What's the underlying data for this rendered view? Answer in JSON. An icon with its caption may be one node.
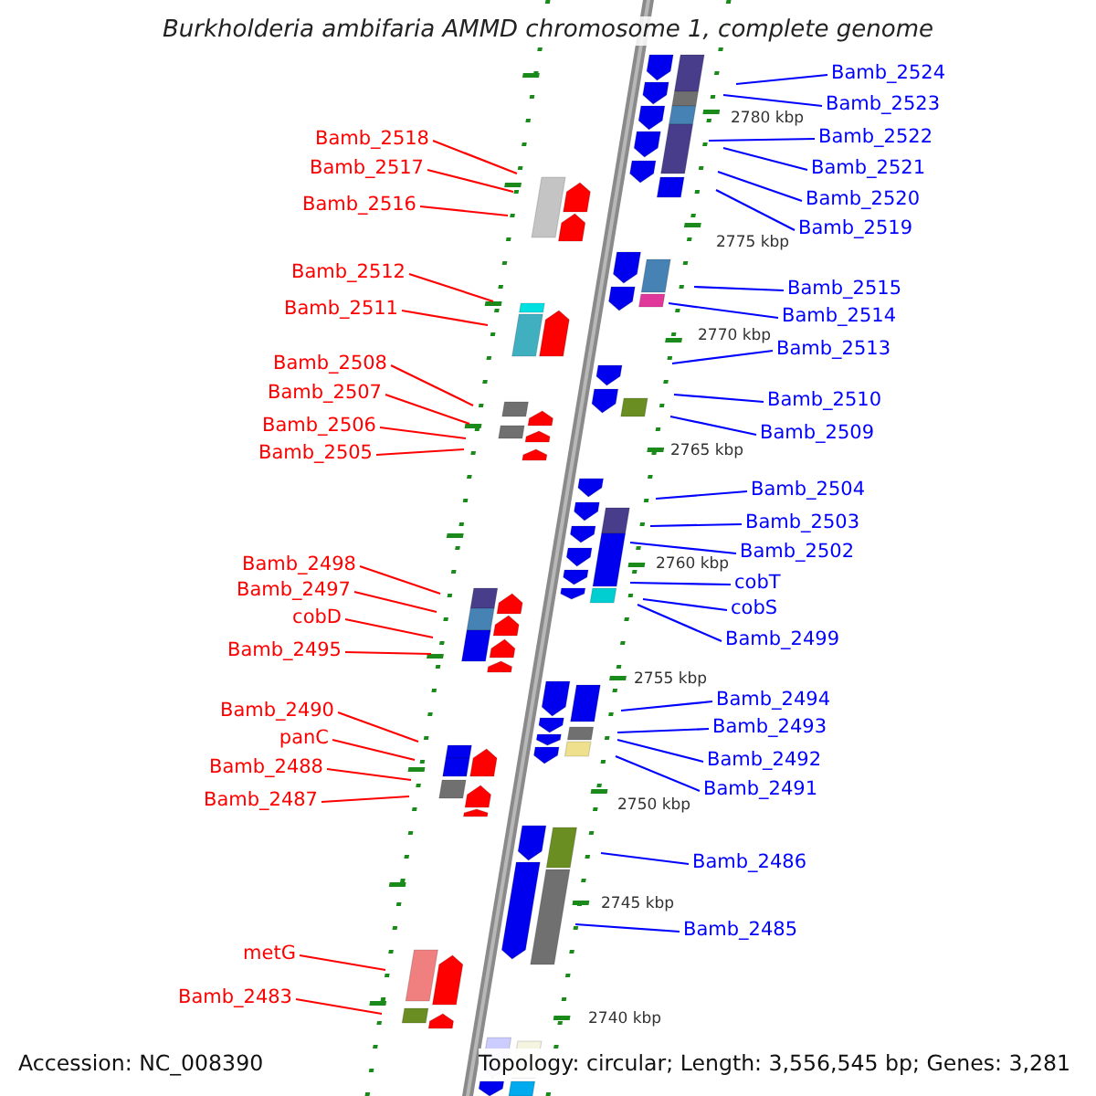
{
  "diagram": {
    "title": "Burkholderia ambifaria AMMD chromosome 1, complete genome",
    "nodes": [
      {
        "text": [
          "Bamb_2524"
        ]
      },
      {
        "text": [
          "Bamb_2523"
        ]
      },
      {
        "text": [
          "Bamb_2522"
        ]
      },
      {
        "text": [
          "Bamb_2518"
        ]
      },
      {
        "text": [
          "Bamb_2521"
        ]
      },
      {
        "text": [
          "Bamb_2517"
        ]
      },
      {
        "text": [
          "Bamb_2520"
        ]
      },
      {
        "text": [
          "Bamb_2516"
        ]
      },
      {
        "text": [
          "Bamb_2519"
        ]
      },
      {
        "text": [
          "Bamb_2512"
        ]
      },
      {
        "text": [
          "Bamb_2515"
        ]
      },
      {
        "text": [
          "Bamb_2511"
        ]
      },
      {
        "text": [
          "Bamb_2514"
        ]
      },
      {
        "text": [
          "Bamb_2513"
        ]
      },
      {
        "text": [
          "Bamb_2508"
        ]
      },
      {
        "text": [
          "Bamb_2507"
        ]
      },
      {
        "text": [
          "Bamb_2510"
        ]
      },
      {
        "text": [
          "Bamb_2506"
        ]
      },
      {
        "text": [
          "Bamb_2509"
        ]
      },
      {
        "text": [
          "Bamb_2505"
        ]
      },
      {
        "text": [
          "Bamb_2504"
        ]
      },
      {
        "text": [
          "Bamb_2503"
        ]
      },
      {
        "text": [
          "Bamb_2502"
        ]
      },
      {
        "text": [
          "Bamb_2498"
        ]
      },
      {
        "text": [
          "cobT"
        ]
      },
      {
        "text": [
          "Bamb_2497"
        ]
      },
      {
        "text": [
          "cobS"
        ]
      },
      {
        "text": [
          "cobD"
        ]
      },
      {
        "text": [
          "Bamb_2499"
        ]
      },
      {
        "text": [
          "Bamb_2495"
        ]
      },
      {
        "text": [
          "Bamb_2494"
        ]
      },
      {
        "text": [
          "Bamb_2490"
        ]
      },
      {
        "text": [
          "Bamb_2493"
        ]
      },
      {
        "text": [
          "panC"
        ]
      },
      {
        "text": [
          "Bamb_2492"
        ]
      },
      {
        "text": [
          "Bamb_2488"
        ]
      },
      {
        "text": [
          "Bamb_2491"
        ]
      },
      {
        "text": [
          "Bamb_2487"
        ]
      },
      {
        "text": [
          "Bamb_2486"
        ]
      },
      {
        "text": [
          "Bamb_2485"
        ]
      },
      {
        "text": [
          "metG"
        ]
      },
      {
        "text": [
          "Bamb_2483"
        ]
      }
    ],
    "edges": [
      {
        "from": 0,
        "to": null,
        "arrow": "none"
      },
      {
        "from": 1,
        "to": null,
        "arrow": "none"
      },
      {
        "from": 2,
        "to": null,
        "arrow": "none"
      },
      {
        "from": 3,
        "to": null,
        "arrow": "none",
        "color": "#ff0000"
      },
      {
        "from": 4,
        "to": null,
        "arrow": "none"
      },
      {
        "from": 5,
        "to": null,
        "arrow": "none",
        "color": "#ff0000"
      },
      {
        "from": 6,
        "to": null,
        "arrow": "none"
      },
      {
        "from": 7,
        "to": null,
        "arrow": "none",
        "color": "#ff0000"
      },
      {
        "from": 8,
        "to": null,
        "arrow": "none"
      },
      {
        "from": 9,
        "to": null,
        "arrow": "none",
        "color": "#ff0000"
      },
      {
        "from": 10,
        "to": null,
        "arrow": "none"
      },
      {
        "from": 11,
        "to": null,
        "arrow": "none",
        "color": "#ff0000"
      },
      {
        "from": 12,
        "to": null,
        "arrow": "none"
      },
      {
        "from": 13,
        "to": null,
        "arrow": "none"
      },
      {
        "from": 14,
        "to": null,
        "arrow": "none",
        "color": "#ff0000"
      },
      {
        "from": 15,
        "to": null,
        "arrow": "none",
        "color": "#ff0000"
      },
      {
        "from": 16,
        "to": null,
        "arrow": "none"
      },
      {
        "from": 17,
        "to": null,
        "arrow": "none",
        "color": "#ff0000"
      },
      {
        "from": 18,
        "to": null,
        "arrow": "none"
      },
      {
        "from": 19,
        "to": null,
        "arrow": "none",
        "color": "#ff0000"
      },
      {
        "from": 20,
        "to": null,
        "arrow": "none"
      },
      {
        "from": 21,
        "to": null,
        "arrow": "none"
      },
      {
        "from": 22,
        "to": null,
        "arrow": "none"
      },
      {
        "from": 23,
        "to": null,
        "arrow": "none",
        "color": "#ff0000"
      },
      {
        "from": 24,
        "to": null,
        "arrow": "none"
      },
      {
        "from": 25,
        "to": null,
        "arrow": "none",
        "color": "#ff0000"
      },
      {
        "from": 26,
        "to": null,
        "arrow": "none"
      },
      {
        "from": 27,
        "to": null,
        "arrow": "none",
        "color": "#ff0000"
      },
      {
        "from": 28,
        "to": null,
        "arrow": "none"
      },
      {
        "from": 29,
        "to": null,
        "arrow": "none",
        "color": "#ff0000"
      },
      {
        "from": 30,
        "to": null,
        "arrow": "none"
      },
      {
        "from": 31,
        "to": null,
        "arrow": "none",
        "color": "#ff0000"
      },
      {
        "from": 32,
        "to": null,
        "arrow": "none"
      },
      {
        "from": 33,
        "to": null,
        "arrow": "none",
        "color": "#ff0000"
      },
      {
        "from": 34,
        "to": null,
        "arrow": "none"
      },
      {
        "from": 35,
        "to": null,
        "arrow": "none",
        "color": "#ff0000"
      },
      {
        "from": 36,
        "to": null,
        "arrow": "none"
      },
      {
        "from": 37,
        "to": null,
        "arrow": "none",
        "color": "#ff0000"
      },
      {
        "from": 38,
        "to": null,
        "arrow": "none"
      },
      {
        "from": 39,
        "to": null,
        "arrow": "none"
      },
      {
        "from": 40,
        "to": null,
        "arrow": "none",
        "color": "#ff0000"
      },
      {
        "from": 41,
        "to": null,
        "arrow": "none",
        "color": "#ff0000"
      }
    ],
    "labels": [
      "2780 kbp",
      "2775 kbp",
      "2770 kbp",
      "2765 kbp",
      "2760 kbp",
      "2755 kbp",
      "2750 kbp",
      "2745 kbp",
      "2740 kbp",
      "Accession: NC_008390",
      "Topology: circular; Length: 3,556,545 bp; Genes: 3,281"
    ]
  }
}
